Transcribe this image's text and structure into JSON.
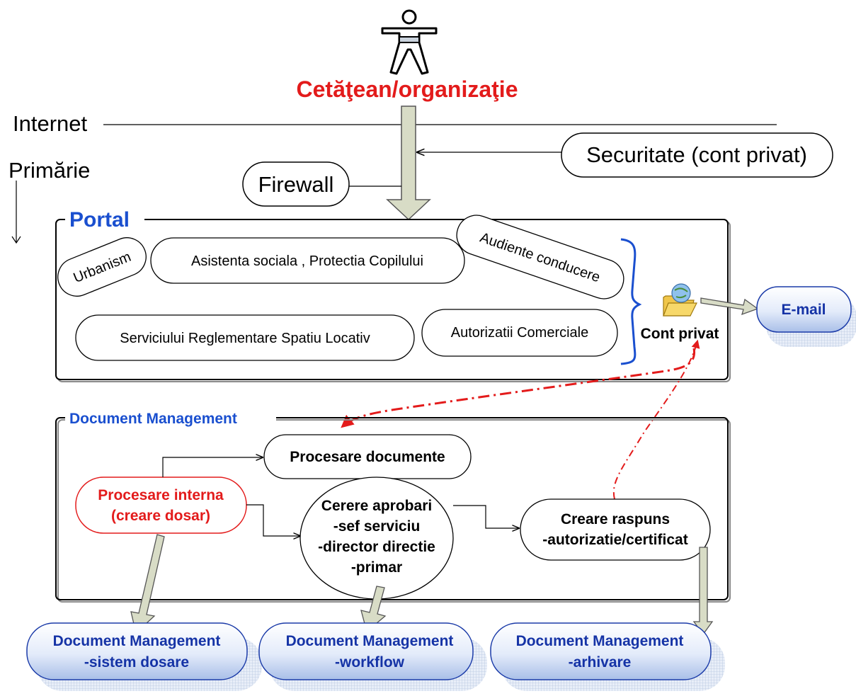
{
  "actor": {
    "label": "Cetăţean/organizaţie",
    "color": "#e31b1b"
  },
  "layers": {
    "internet": "Internet",
    "primarie": "Primărie"
  },
  "security": "Securitate (cont privat)",
  "firewall": "Firewall",
  "portal": {
    "title": "Portal",
    "title_color": "#1a4fcf",
    "services": {
      "urbanism": "Urbanism",
      "asistenta": "Asistenta sociala , Protectia Copilului",
      "audiente": "Audiente conducere",
      "spatiu": "Serviciului Reglementare Spatiu Locativ",
      "comerciale": "Autorizatii Comerciale"
    },
    "cont_privat": "Cont privat"
  },
  "email": "E-mail",
  "dm": {
    "title": "Document Management",
    "procesare_documente": "Procesare documente",
    "procesare_interna": [
      "Procesare interna",
      "(creare dosar)"
    ],
    "cerere": [
      "Cerere aprobari",
      "-sef serviciu",
      "-director directie",
      "-primar"
    ],
    "creare": [
      "Creare raspuns",
      "-autorizatie/certificat"
    ]
  },
  "outputs": [
    [
      "Document Management",
      "-sistem dosare"
    ],
    [
      "Document Management",
      "-workflow"
    ],
    [
      "Document Management",
      "-arhivare"
    ]
  ],
  "colors": {
    "accent_red": "#e31b1b",
    "blue_title": "#1a4fcf",
    "blue_text": "#1533a6",
    "arrow_fill": "#d8dcc6"
  }
}
